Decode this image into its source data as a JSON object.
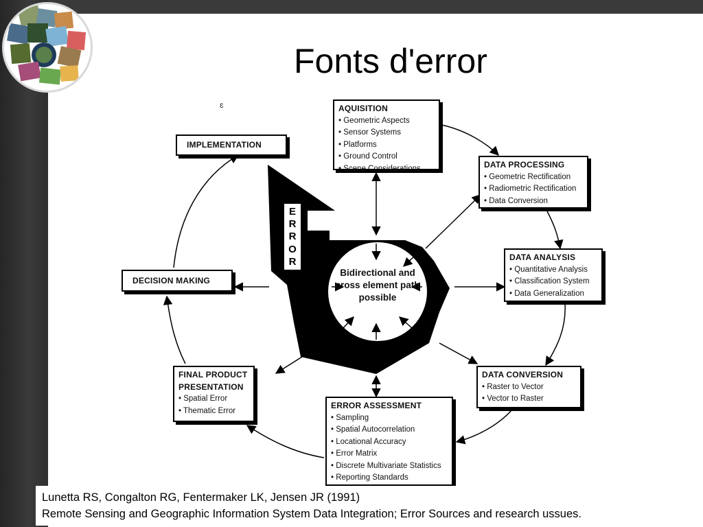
{
  "slide": {
    "title": "Fonts d'error",
    "citation_line1": "Lunetta RS, Congalton RG, Fentermaker LK, Jensen JR (1991)",
    "citation_line2": "Remote Sensing and Geographic Information System Data Integration; Error Sources and research ussues."
  },
  "diagram": {
    "mark": "ɛ",
    "center": "Bidirectional and cross element path possible",
    "error_letters": [
      "E",
      "R",
      "R",
      "O",
      "R"
    ],
    "nodes": {
      "acquisition": {
        "title": "AQUISITION",
        "items": [
          "Geometric Aspects",
          "Sensor Systems",
          "Platforms",
          "Ground Control",
          "Scene Considerations"
        ]
      },
      "data_processing": {
        "title": "DATA PROCESSING",
        "items": [
          "Geometric Rectification",
          "Radiometric Rectification",
          "Data Conversion"
        ]
      },
      "data_analysis": {
        "title": "DATA ANALYSIS",
        "items": [
          "Quantitative Analysis",
          "Classification System",
          "Data Generalization"
        ]
      },
      "data_conversion": {
        "title": "DATA CONVERSION",
        "items": [
          "Raster to Vector",
          "Vector to Raster"
        ]
      },
      "error_assessment": {
        "title": "ERROR ASSESSMENT",
        "items": [
          "Sampling",
          "Spatial Autocorrelation",
          "Locational Accuracy",
          "Error Matrix",
          "Discrete Multivariate Statistics",
          "Reporting Standards"
        ]
      },
      "final_product": {
        "title_line1": "FINAL PRODUCT",
        "title_line2": "PRESENTATION",
        "items": [
          "Spatial Error",
          "Thematic Error"
        ]
      },
      "decision_making": {
        "title": "DECISION MAKING"
      },
      "implementation": {
        "title": "IMPLEMENTATION"
      }
    }
  },
  "colors": {
    "background": "#2b2b2b",
    "slide": "#ffffff",
    "ink": "#000000"
  }
}
